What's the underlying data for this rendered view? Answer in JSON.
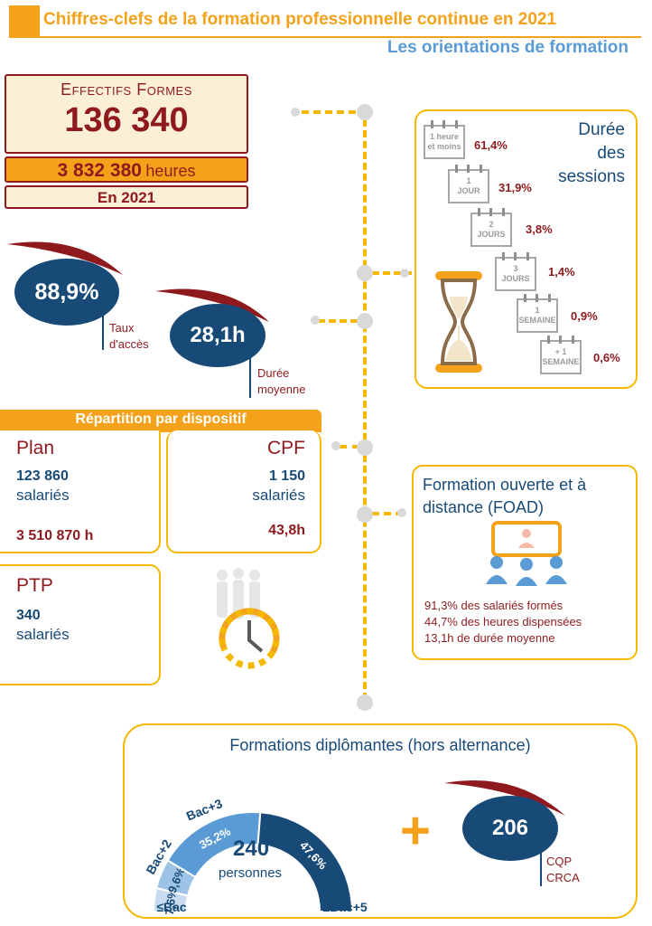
{
  "header": {
    "title": "Chiffres-clefs de la formation professionnelle continue en 2021",
    "subtitle": "Les orientations de formation"
  },
  "effectifs": {
    "label": "Effectifs formes",
    "value": "136 340",
    "hours_value": "3 832 380",
    "hours_unit": "heures",
    "year": "En 2021"
  },
  "taux": {
    "value": "88,9%",
    "label_1": "Taux",
    "label_2": "d'accès"
  },
  "duree_moy": {
    "value": "28,1h",
    "label_1": "Durée",
    "label_2": "moyenne"
  },
  "sessions": {
    "title_1": "Durée",
    "title_2": "des",
    "title_3": "sessions",
    "items": [
      {
        "cal_1": "1 heure",
        "cal_2": "et moins",
        "pct": "61,4%"
      },
      {
        "cal_1": "1",
        "cal_2": "JOUR",
        "pct": "31,9%"
      },
      {
        "cal_1": "2",
        "cal_2": "JOURS",
        "pct": "3,8%"
      },
      {
        "cal_1": "3",
        "cal_2": "JOURS",
        "pct": "1,4%"
      },
      {
        "cal_1": "1",
        "cal_2": "SEMAINE",
        "pct": "0,9%"
      },
      {
        "cal_1": "+ 1",
        "cal_2": "SEMAINE",
        "pct": "0,6%"
      }
    ]
  },
  "dispositif": {
    "heading": "Répartition par dispositif",
    "plan": {
      "label": "Plan",
      "count": "123 860",
      "unit": "salariés",
      "hours": "3 510 870 h"
    },
    "cpf": {
      "label": "CPF",
      "count": "1 150",
      "unit": "salariés",
      "hours": "43,8h"
    },
    "ptp": {
      "label": "PTP",
      "count": "340",
      "unit": "salariés"
    }
  },
  "foad": {
    "title_1": "Formation ouverte et à",
    "title_2": "distance (FOAD)",
    "line_1": "91,3% des salariés formés",
    "line_2": "44,7% des heures dispensées",
    "line_3": "13,1h de durée moyenne"
  },
  "diplomantes": {
    "title": "Formations diplômantes (hors alternance)",
    "total": "240",
    "total_unit": "personnes",
    "plus": "+",
    "cqp_value": "206",
    "cqp_1": "CQP",
    "cqp_2": "CRCA"
  },
  "chart_data": {
    "type": "pie",
    "categories": [
      "≤Bac",
      "Bac+2",
      "Bac+3",
      "≥Bac+5"
    ],
    "values": [
      7.6,
      9.6,
      35.2,
      47.6
    ],
    "value_labels": [
      "7,6%",
      "9,6%",
      "35,2%",
      "47,6%"
    ],
    "colors": [
      "#c9dcef",
      "#9dc3e6",
      "#5b9bd5",
      "#184a78"
    ]
  }
}
